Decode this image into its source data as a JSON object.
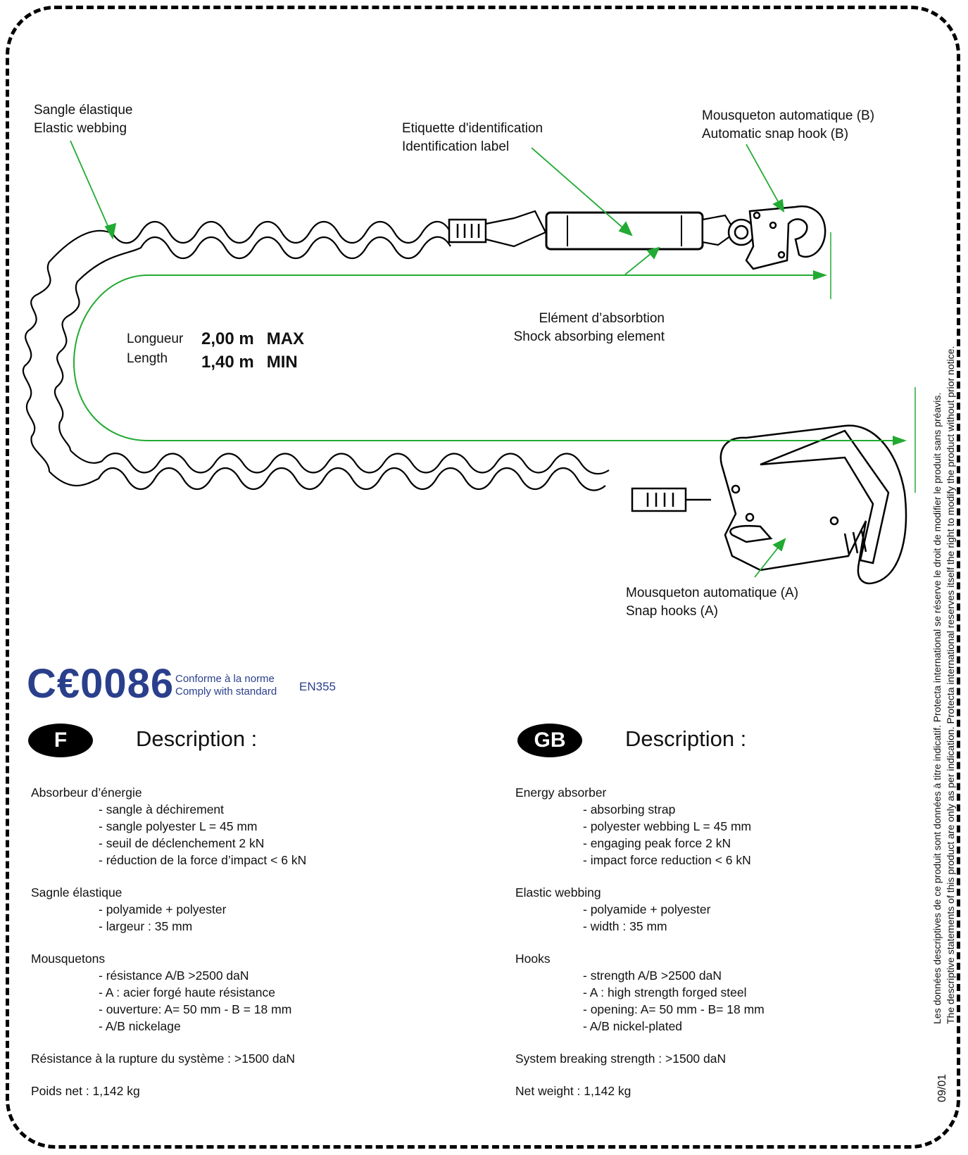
{
  "callouts": {
    "elastic": [
      "Sangle élastique",
      "Elastic webbing"
    ],
    "label": [
      "Etiquette d'identification",
      "Identification label"
    ],
    "hook_b": [
      "Mousqueton automatique (B)",
      "Automatic snap hook (B)"
    ],
    "absorber": [
      "Elément d’absorbtion",
      "Shock absorbing element"
    ],
    "hook_a": [
      "Mousqueton automatique (A)",
      "Snap hooks (A)"
    ]
  },
  "length": {
    "label_fr": "Longueur",
    "label_en": "Length",
    "max_value": "2,00 m",
    "max_tag": "MAX",
    "min_value": "1,40 m",
    "min_tag": "MIN"
  },
  "ce": {
    "mark": "C€0086",
    "conform_fr": "Conforme à la norme",
    "conform_en": "Comply with standard",
    "standard": "EN355"
  },
  "french": {
    "flag": "F",
    "title": "Description :",
    "absorber_title": "Absorbeur d’énergie",
    "absorber_items": [
      "- sangle à déchirement",
      "- sangle polyester L = 45 mm",
      "- seuil de déclenchement 2 kN",
      "- réduction de la force d’impact < 6 kN"
    ],
    "webbing_title": "Sagnle élastique",
    "webbing_items": [
      "- polyamide + polyester",
      "- largeur : 35 mm"
    ],
    "hooks_title": "Mousquetons",
    "hooks_items": [
      "- résistance A/B >2500 daN",
      "- A : acier forgé haute résistance",
      "- ouverture: A= 50 mm - B = 18 mm",
      "- A/B nickelage"
    ],
    "breaking": "Résistance à la rupture du système : >1500 daN",
    "weight": "Poids net : 1,142 kg"
  },
  "english": {
    "flag": "GB",
    "title": "Description :",
    "absorber_title": "Energy absorber",
    "absorber_items": [
      "- absorbing strap",
      "- polyester webbing L = 45 mm",
      "- engaging peak force 2 kN",
      "- impact force reduction < 6 kN"
    ],
    "webbing_title": "Elastic webbing",
    "webbing_items": [
      "- polyamide + polyester",
      "-  width : 35 mm"
    ],
    "hooks_title": "Hooks",
    "hooks_items": [
      "- strength  A/B >2500 daN",
      "- A : high strength forged steel",
      "- opening: A= 50 mm - B= 18 mm",
      "- A/B nickel-plated"
    ],
    "breaking": "System breaking strength : >1500 daN",
    "weight": "Net weight : 1,142 kg"
  },
  "disclaimer": {
    "fr": "Les données descriptives de ce produit sont données à titre indicatif. Protecta international se réserve le droit de modifier le produit sans préavis.",
    "en": "The descriptive statements of this product are only as per indication. Protecta international reserves itself the right to modify the product without prior notice."
  },
  "date_code": "09/01",
  "colors": {
    "callout_line": "#22aa33",
    "ce_blue": "#2a3f8c",
    "border": "#000000"
  }
}
